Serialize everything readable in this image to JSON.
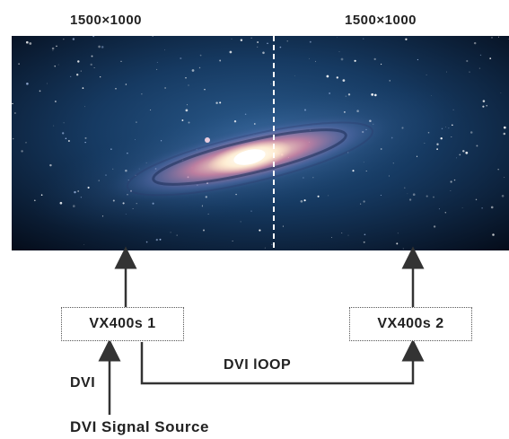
{
  "resolutions": {
    "left": "1500×1000",
    "right": "1500×1000"
  },
  "controllers": {
    "first": "VX400s 1",
    "second": "VX400s 2"
  },
  "connections": {
    "loop": "DVI  lOOP",
    "input": "DVI"
  },
  "source": "DVI Signal Source",
  "colors": {
    "space_dark": "#05101f",
    "space_blue": "#1d4a78",
    "galaxy_core": "#fff4e0",
    "galaxy_arm": "#e07fa0",
    "divider": "#ffffff",
    "line": "#333333"
  }
}
